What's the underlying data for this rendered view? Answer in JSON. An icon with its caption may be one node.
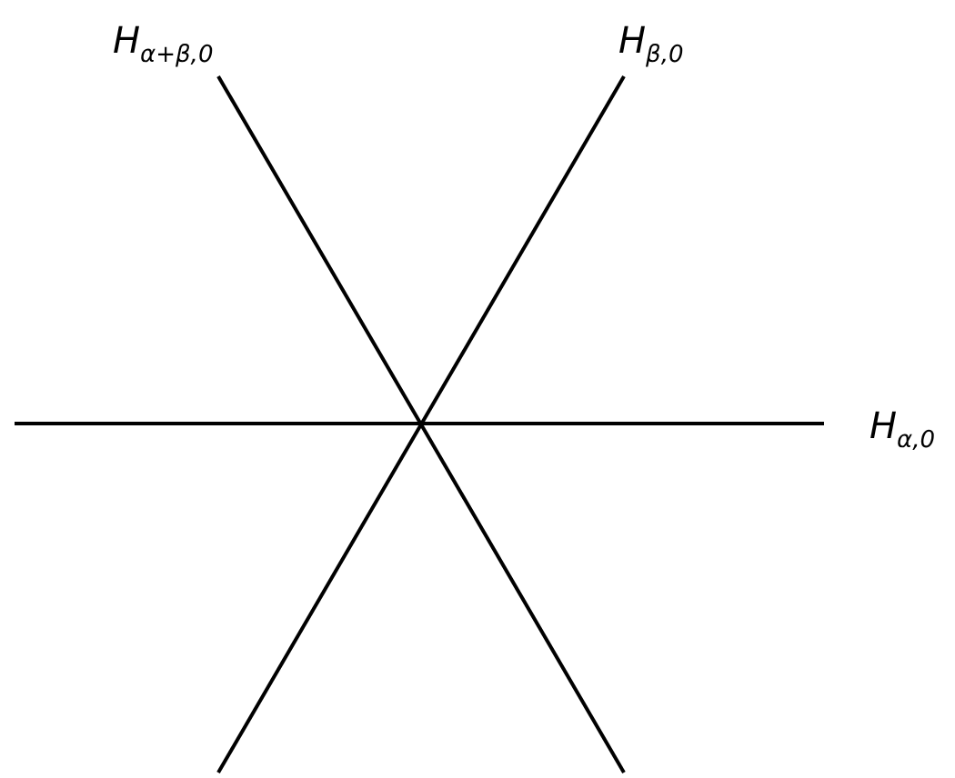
{
  "diagram": {
    "labels": [
      "*H*$_{α+β,0}$",
      "*H*$_{β,0}$",
      "*H*$_{α,0}$"
    ]
  }
}
